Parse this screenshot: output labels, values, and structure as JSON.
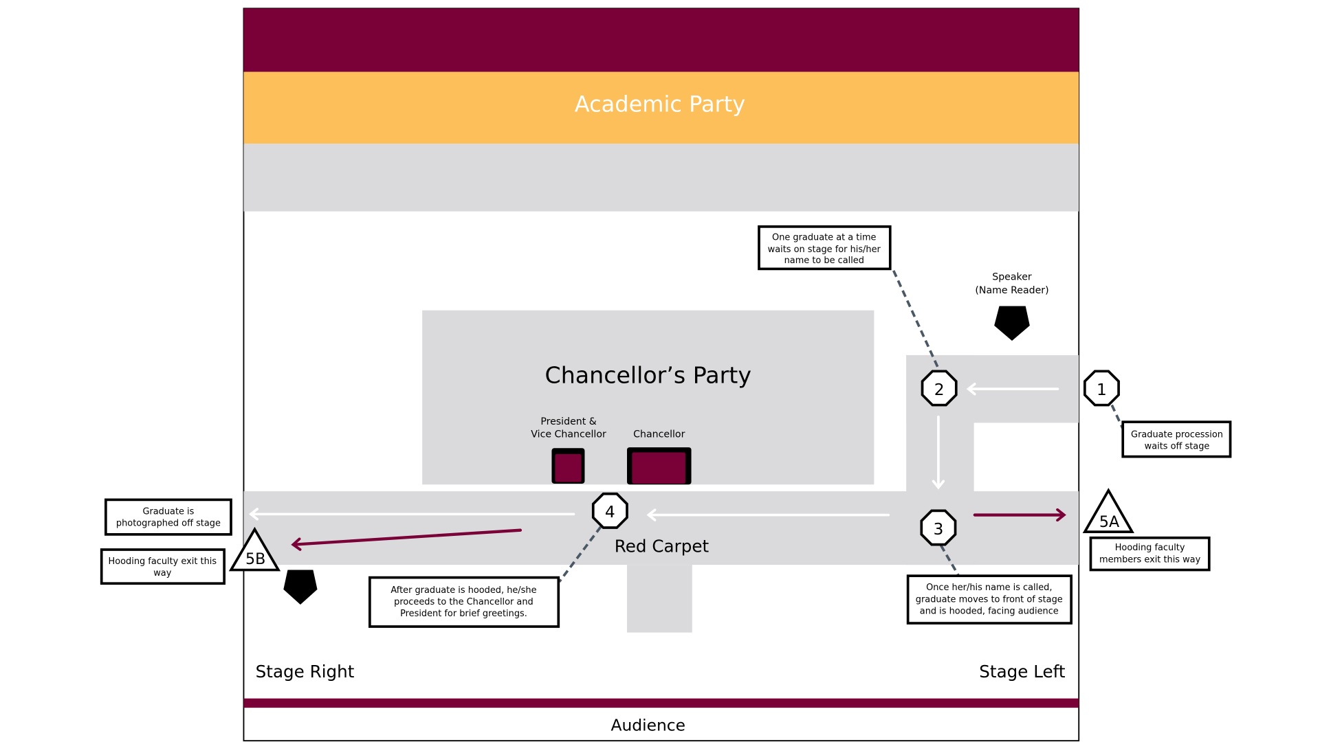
{
  "colors": {
    "maroon": "#7a0038",
    "gold": "#fcbf5a",
    "stage_gray": "#dadadc",
    "white": "#ffffff",
    "black": "#000000",
    "callout_gray": "#4a5866"
  },
  "areas": {
    "academic_party": "Academic Party",
    "chancellors_party": "Chancellor’s Party",
    "red_carpet": "Red Carpet",
    "stage_right": "Stage Right",
    "stage_left": "Stage Left",
    "audience": "Audience"
  },
  "seats": {
    "president_label": [
      "President &",
      "Vice Chancellor"
    ],
    "chancellor_label": "Chancellor"
  },
  "speaker": {
    "label": [
      "Speaker",
      "(Name Reader)"
    ],
    "icon": "pentagon-marker"
  },
  "steps": [
    {
      "id": "1",
      "shape": "octagon",
      "note": [
        "Graduate procession",
        "waits off stage"
      ]
    },
    {
      "id": "2",
      "shape": "octagon",
      "note": [
        "One graduate at a time",
        "waits on stage for his/her",
        "name to be called"
      ]
    },
    {
      "id": "3",
      "shape": "octagon",
      "note": [
        "Once her/his name is called,",
        "graduate moves to front of stage",
        "and is hooded, facing audience"
      ]
    },
    {
      "id": "4",
      "shape": "octagon",
      "note": [
        "After graduate is hooded, he/she",
        "proceeds to the Chancellor and",
        "President for brief greetings."
      ]
    },
    {
      "id": "5A",
      "shape": "triangle",
      "note": [
        "Hooding faculty",
        "members exit this way"
      ]
    },
    {
      "id": "5B",
      "shape": "triangle",
      "note": [
        "Hooding faculty exit this",
        "way"
      ]
    }
  ],
  "extra_notes": {
    "photographed": [
      "Graduate is",
      "photographed off stage"
    ]
  },
  "photographer": {
    "icon": "pentagon-marker"
  }
}
